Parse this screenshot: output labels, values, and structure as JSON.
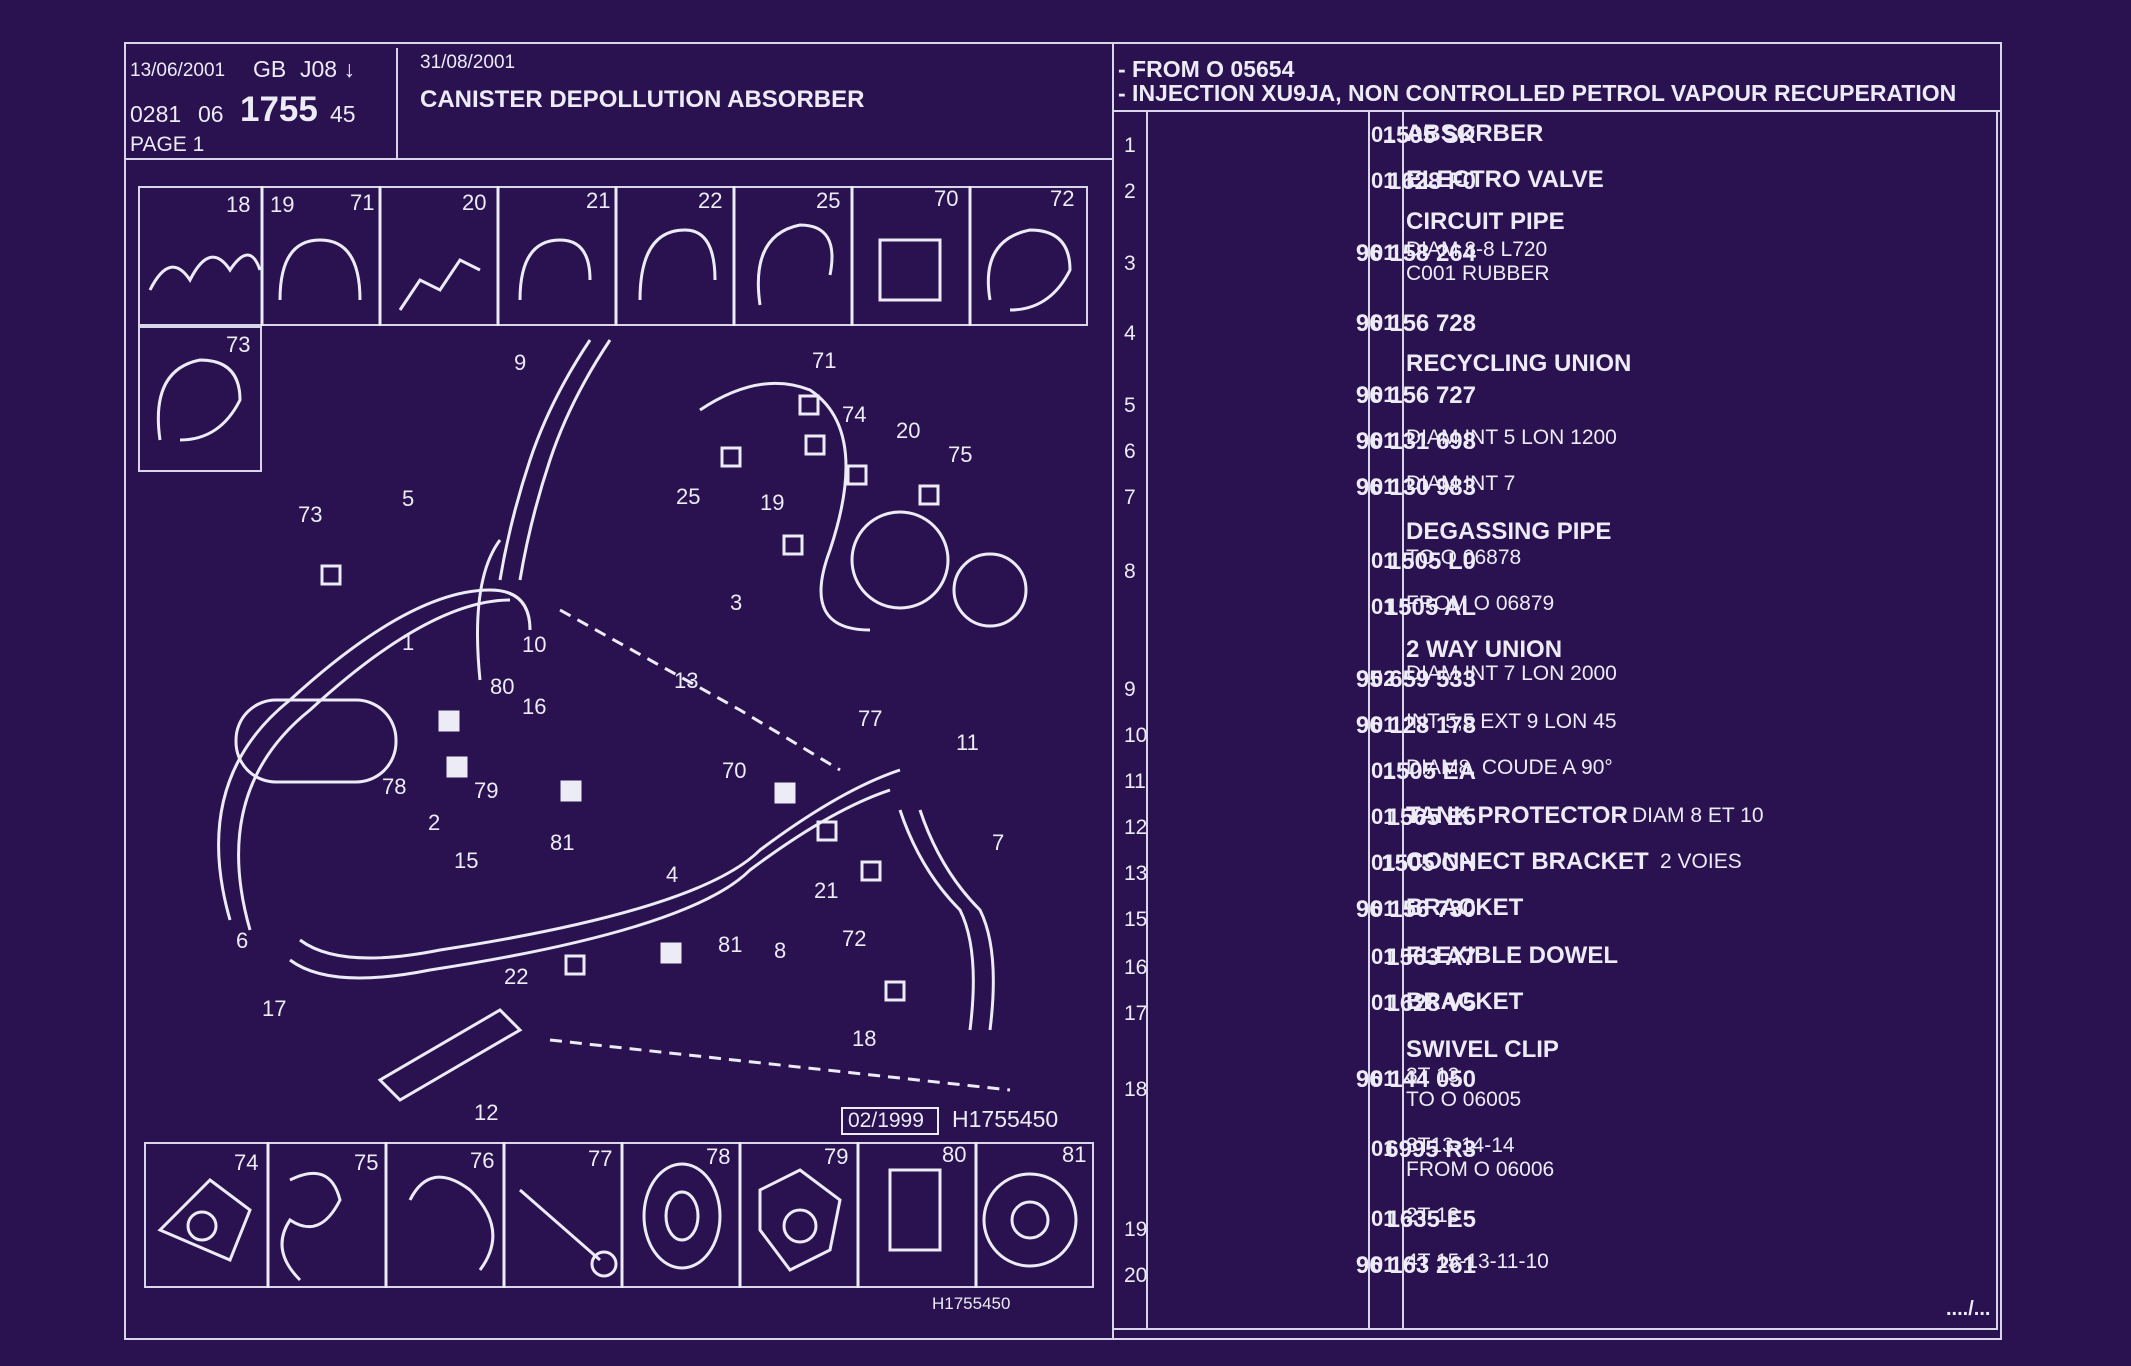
{
  "header": {
    "date1": "13/06/2001",
    "gb": "GB",
    "j08": "J08 ↓",
    "code_a": "0281",
    "code_b": "06",
    "code_c": "1755",
    "code_d": "45",
    "page": "PAGE 1",
    "date2": "31/08/2001",
    "title": "CANISTER DEPOLLUTION ABSORBER",
    "from": "- FROM  O   05654",
    "injection": "- INJECTION XU9JA, NON CONTROLLED PETROL VAPOUR RECUPERATION"
  },
  "diagram": {
    "top_boxes": [
      "18",
      "19",
      "71",
      "20",
      "21",
      "22",
      "25",
      "70",
      "72",
      "73"
    ],
    "bottom_boxes": [
      "74",
      "75",
      "76",
      "77",
      "78",
      "79",
      "80",
      "81"
    ],
    "callouts": [
      "9",
      "71",
      "74",
      "20",
      "75",
      "25",
      "19",
      "73",
      "5",
      "3",
      "1",
      "10",
      "80",
      "16",
      "13",
      "77",
      "11",
      "78",
      "79",
      "70",
      "2",
      "15",
      "81",
      "4",
      "7",
      "6",
      "21",
      "72",
      "22",
      "81",
      "8",
      "17",
      "18",
      "12"
    ],
    "stamp_date": "02/1999",
    "ref_inner": "H1755450",
    "ref_bottom": "H1755450"
  },
  "parts": [
    {
      "idx": "1",
      "ref": "1505 SK",
      "qty": "01",
      "label": "ABSORBER",
      "desc1": "",
      "desc2": ""
    },
    {
      "idx": "2",
      "ref": "1628 F0",
      "qty": "01",
      "label": "ELECTRO VALVE",
      "desc1": "",
      "desc2": ""
    },
    {
      "idx": "3",
      "ref": "96 158 264",
      "qty": "01",
      "label": "CIRCUIT PIPE",
      "desc1": "DIAM 8-8 L720",
      "desc2": "C001 RUBBER"
    },
    {
      "idx": "4",
      "ref": "96 156 728",
      "qty": "01",
      "label": "",
      "desc1": "",
      "desc2": ""
    },
    {
      "idx": "5",
      "ref": "96 156 727",
      "qty": "01",
      "label": "RECYCLING UNION",
      "desc1": "",
      "desc2": ""
    },
    {
      "idx": "6",
      "ref": "96 131 698",
      "qty": "01",
      "label": "",
      "desc1": "DIAM INT 5 LON 1200",
      "desc2": ""
    },
    {
      "idx": "7",
      "ref": "96 130 983",
      "qty": "01",
      "label": "",
      "desc1": "DIAM INT 7",
      "desc2": ""
    },
    {
      "idx": "8",
      "ref": "1505 L0",
      "qty": "01",
      "label": "DEGASSING PIPE",
      "desc1": "TO  O  06878",
      "desc2": ""
    },
    {
      "idx": "",
      "ref": "1505 AL",
      "qty": "01",
      "label": "",
      "desc1": "FROM  O  06879",
      "desc2": ""
    },
    {
      "idx": "9",
      "ref": "95 659 533",
      "qty": "02",
      "label": "2 WAY UNION",
      "desc1": "DIAM INT 7 LON 2000",
      "desc2": ""
    },
    {
      "idx": "10",
      "ref": "96 128 178",
      "qty": "01",
      "label": "",
      "desc1": "INT 5,5 EXT 9 LON 45",
      "desc2": ""
    },
    {
      "idx": "11",
      "ref": "1505 EA",
      "qty": "01",
      "label": "",
      "desc1": "DIAM8, COUDE A 90°",
      "desc2": ""
    },
    {
      "idx": "12",
      "ref": "1565 E5",
      "qty": "01",
      "label": "TANK PROTECTOR",
      "desc1": "DIAM 8 ET 10",
      "desc2": ""
    },
    {
      "idx": "13",
      "ref": "1505 CH",
      "qty": "01",
      "label": "CONNECT BRACKET",
      "desc1": "2 VOIES",
      "desc2": ""
    },
    {
      "idx": "15",
      "ref": "96 156 730",
      "qty": "01",
      "label": "BRACKET",
      "desc1": "",
      "desc2": ""
    },
    {
      "idx": "16",
      "ref": "1563 A7",
      "qty": "01",
      "label": "FLEXIBLE DOWEL",
      "desc1": "",
      "desc2": ""
    },
    {
      "idx": "17",
      "ref": "1628 V5",
      "qty": "01",
      "label": "BRACKET",
      "desc1": "",
      "desc2": ""
    },
    {
      "idx": "18",
      "ref": "96 144 050",
      "qty": "01",
      "label": "SWIVEL CLIP",
      "desc1": "3T 13",
      "desc2": "TO  O  06005"
    },
    {
      "idx": "",
      "ref": "6995 R3",
      "qty": "01",
      "label": "",
      "desc1": "3T13-14-14",
      "desc2": "FROM  O  06006"
    },
    {
      "idx": "19",
      "ref": "1635 E5",
      "qty": "01",
      "label": "",
      "desc1": "2T 13",
      "desc2": ""
    },
    {
      "idx": "20",
      "ref": "96 163 261",
      "qty": "01",
      "label": "",
      "desc1": "4T 15-13-11-10",
      "desc2": ""
    }
  ],
  "footer": {
    "continue": "..../..."
  }
}
